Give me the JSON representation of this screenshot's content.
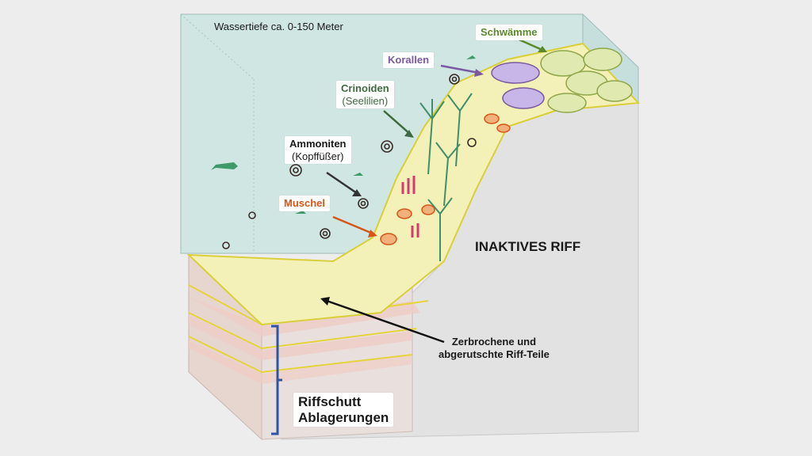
{
  "water_depth_label": "Wassertiefe ca. 0-150 Meter",
  "labels": {
    "sponges": "Schwämme",
    "corals": "Korallen",
    "crinoids": "Crinoiden",
    "crinoids_sub": "(Seelilien)",
    "ammonites": "Ammoniten",
    "ammonites_sub": "(Kopffüßer)",
    "mussel": "Muschel",
    "inactive_reef": "INAKTIVES RIFF",
    "broken_parts_line1": "Zerbrochene und",
    "broken_parts_line2": "abgerutschte Riff-Teile",
    "debris_line1": "Riffschutt",
    "debris_line2": "Ablagerungen"
  },
  "colors": {
    "water": "#cfe6e3",
    "reef_yellow": "#f3f0b3",
    "reef_outline": "#d9cf3a",
    "sediment_pink": "#ead9d3",
    "sponges_label": "#5a8a2a",
    "corals_label": "#7a5aa0",
    "crinoids_label": "#3e6a3e",
    "mussel_label": "#d4561a",
    "bracket": "#2b55a5",
    "dark_text": "#1a1a1a"
  }
}
